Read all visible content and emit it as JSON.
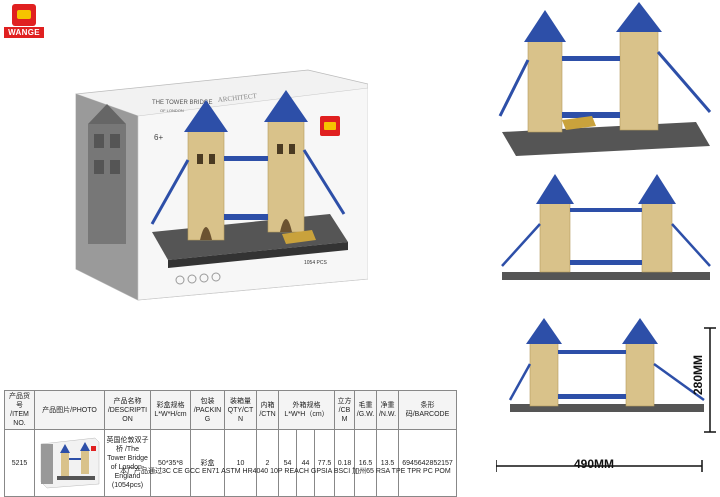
{
  "brand": {
    "logo_text": "WANGE"
  },
  "box": {
    "series": "ARCHITECT",
    "title": "THE TOWER BRIDGE",
    "subtitle": "OF LONDON",
    "age": "6+",
    "pcs": "1054 PCS"
  },
  "table": {
    "headers": [
      [
        "产品货号",
        "/ITEM NO."
      ],
      [
        "产品图片/PHOTO"
      ],
      [
        "产品名称",
        "/DESCRIPTION"
      ],
      [
        "彩盒规格",
        "L*W*H/cm"
      ],
      [
        "包装",
        "/PACKING"
      ],
      [
        "装箱量",
        "QTY/CTN"
      ],
      [
        "内箱",
        "/CTN"
      ],
      [
        "外箱规格",
        "L*W*H（cm）"
      ],
      [
        "立方",
        "/CBM"
      ],
      [
        "毛重",
        "/G.W."
      ],
      [
        "净重",
        "/N.W."
      ],
      [
        "条形码/BARCODE"
      ]
    ],
    "row": {
      "item_no": "5215",
      "description": "英国伦敦双子桥 /The Tower Bridge of London-England (1054pcs)",
      "box_size": "50*35*8",
      "packing": "彩盒",
      "qty": "10",
      "inner": "2",
      "outer_l": "54",
      "outer_w": "44",
      "outer_h": "77.5",
      "cbm": "0.18",
      "gw": "16.5",
      "nw": "13.5",
      "barcode": "6945642852157"
    },
    "certification": "本厂产品通过3C  CE  GCC  EN71  ASTM  HR4040  10P  REACH  GPSIA  BSCI  加州65  RSA  TPE  TPR  PC  POM"
  },
  "dimensions": {
    "width": "490MM",
    "height": "280MM"
  }
}
